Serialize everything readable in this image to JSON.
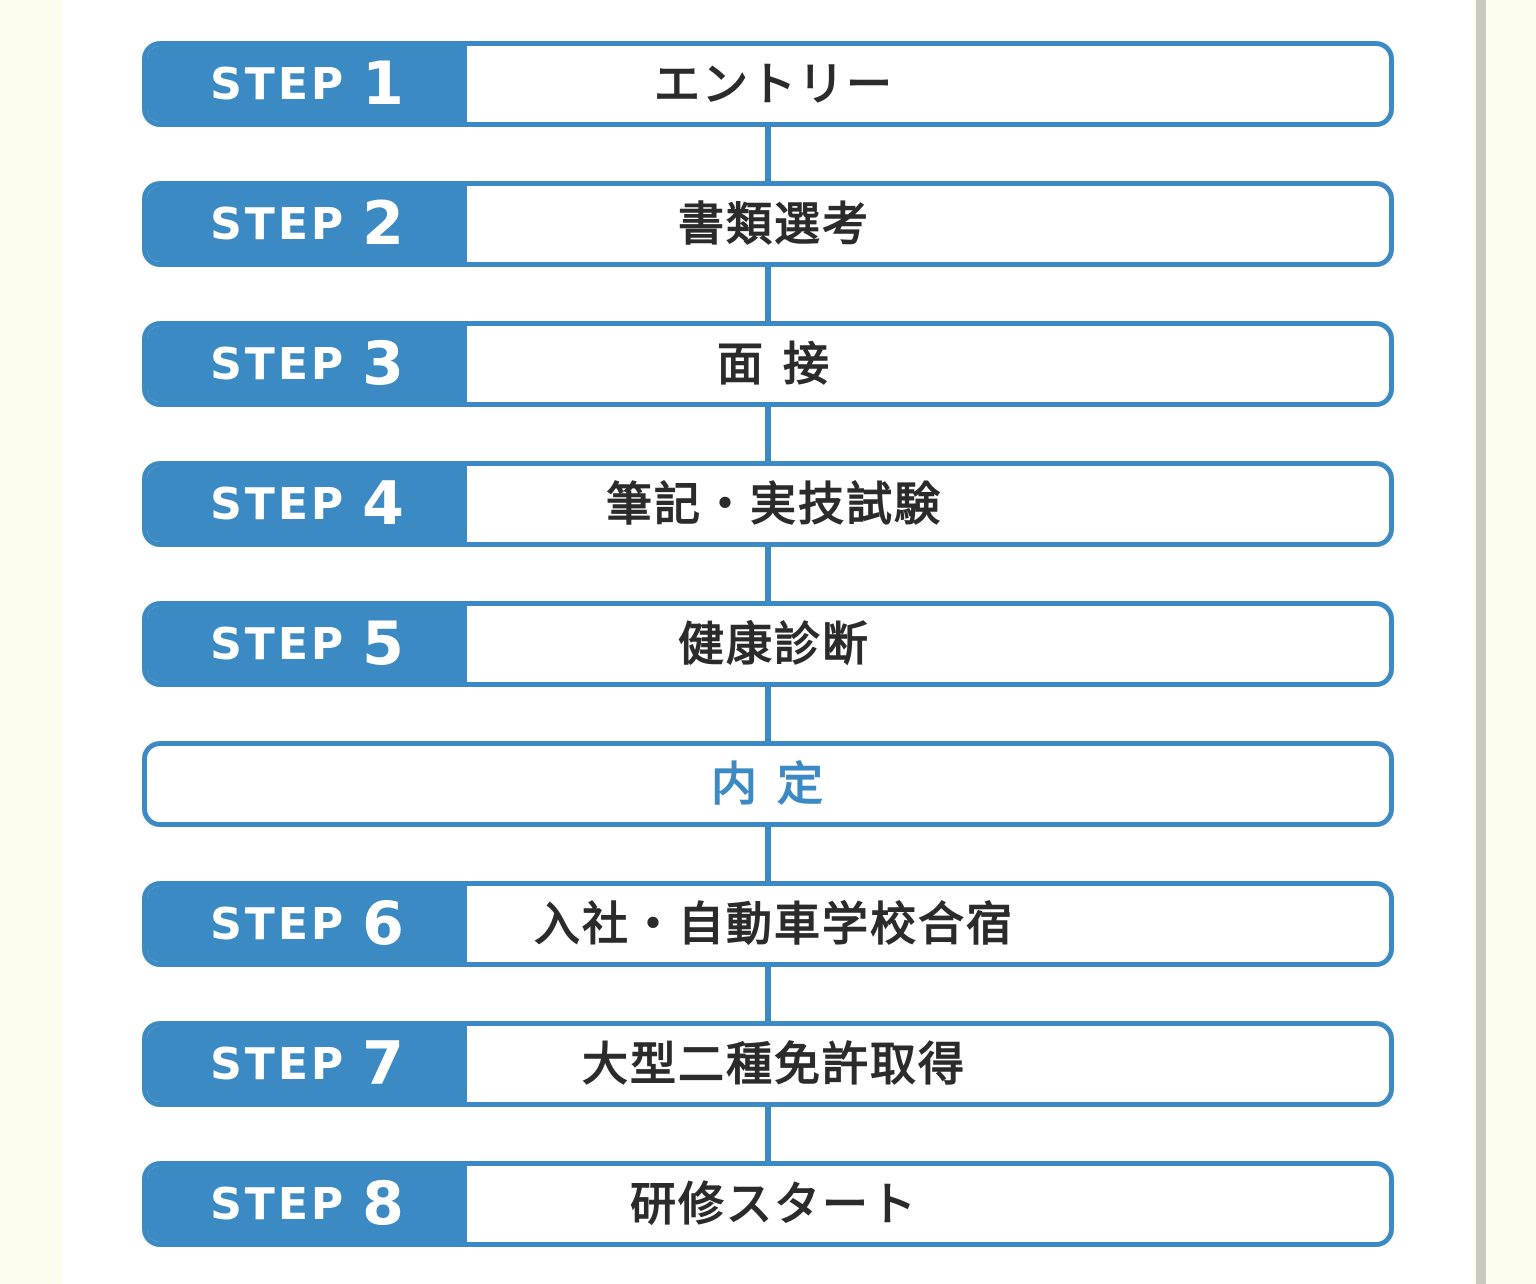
{
  "steps": [
    {
      "word": "STEP",
      "num": "1",
      "label": "エントリー"
    },
    {
      "word": "STEP",
      "num": "2",
      "label": "書類選考"
    },
    {
      "word": "STEP",
      "num": "3",
      "label": "面 接"
    },
    {
      "word": "STEP",
      "num": "4",
      "label": "筆記・実技試験"
    },
    {
      "word": "STEP",
      "num": "5",
      "label": "健康診断"
    },
    {
      "word": "STEP",
      "num": "6",
      "label": "入社・自動車学校合宿"
    },
    {
      "word": "STEP",
      "num": "7",
      "label": "大型二種免許取得"
    },
    {
      "word": "STEP",
      "num": "8",
      "label": "研修スタート"
    }
  ],
  "milestone": {
    "label": "内 定"
  },
  "colors": {
    "accent": "#3b8ac4",
    "text": "#2b2b2b",
    "background": "#fdfcef"
  }
}
